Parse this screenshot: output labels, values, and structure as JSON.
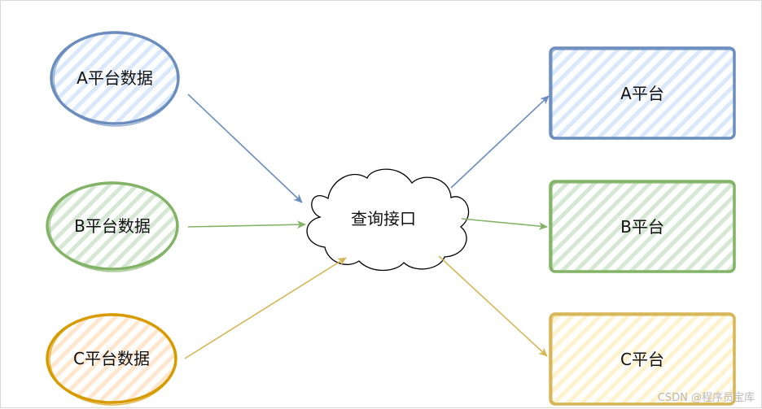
{
  "colors": {
    "blue": "#6c8ebf",
    "green": "#82b366",
    "gold": "#d6b656",
    "blue_fill": "#dae8fc",
    "green_fill": "#d5e8d4",
    "gold_fill": "#fff2cc",
    "gold_stroke_dark": "#d79b00",
    "gold_fill_orange": "#ffe6cc"
  },
  "sources": [
    {
      "label": "A平台数据",
      "color": "blue"
    },
    {
      "label": "B平台数据",
      "color": "green"
    },
    {
      "label": "C平台数据",
      "color": "gold"
    }
  ],
  "hub": {
    "label": "查询接口"
  },
  "targets": [
    {
      "label": "A平台",
      "color": "blue"
    },
    {
      "label": "B平台",
      "color": "green"
    },
    {
      "label": "C平台",
      "color": "gold"
    }
  ],
  "watermark": "CSDN @程序员宝库"
}
